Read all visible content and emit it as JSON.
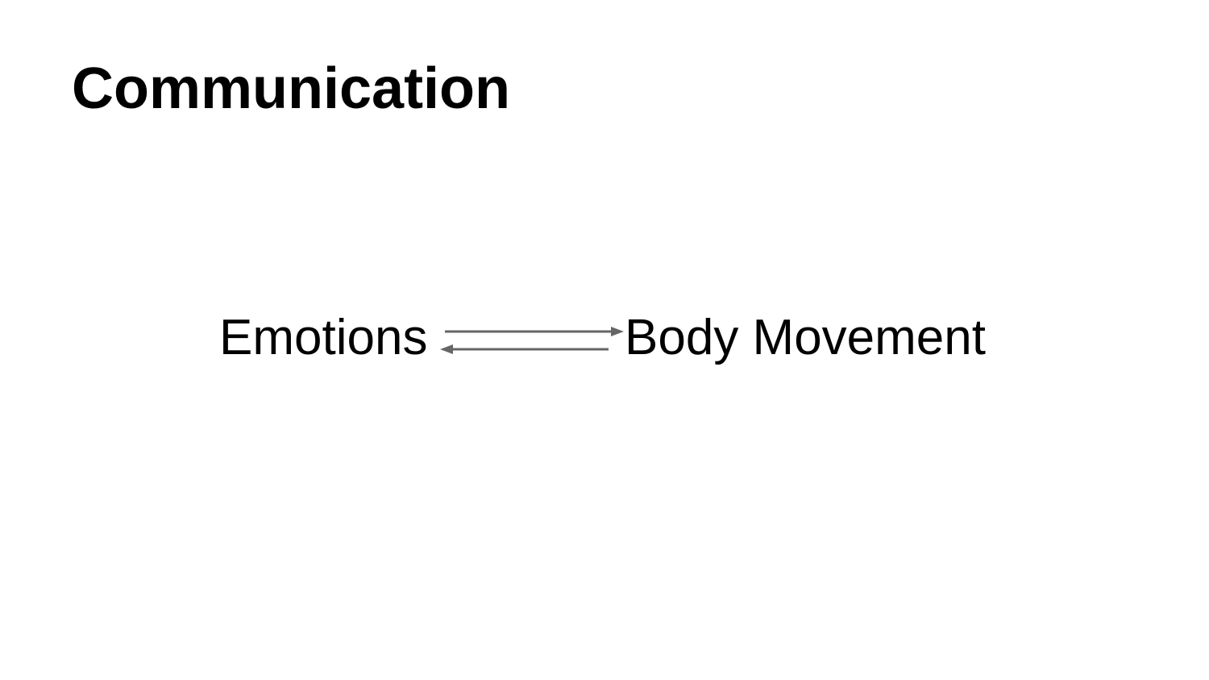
{
  "slide": {
    "title": "Communication"
  },
  "diagram": {
    "left_node": "Emotions",
    "right_node": "Body Movement",
    "arrow_color": "#666666",
    "arrows": [
      {
        "from": "Emotions",
        "to": "Body Movement"
      },
      {
        "from": "Body Movement",
        "to": "Emotions"
      }
    ]
  }
}
